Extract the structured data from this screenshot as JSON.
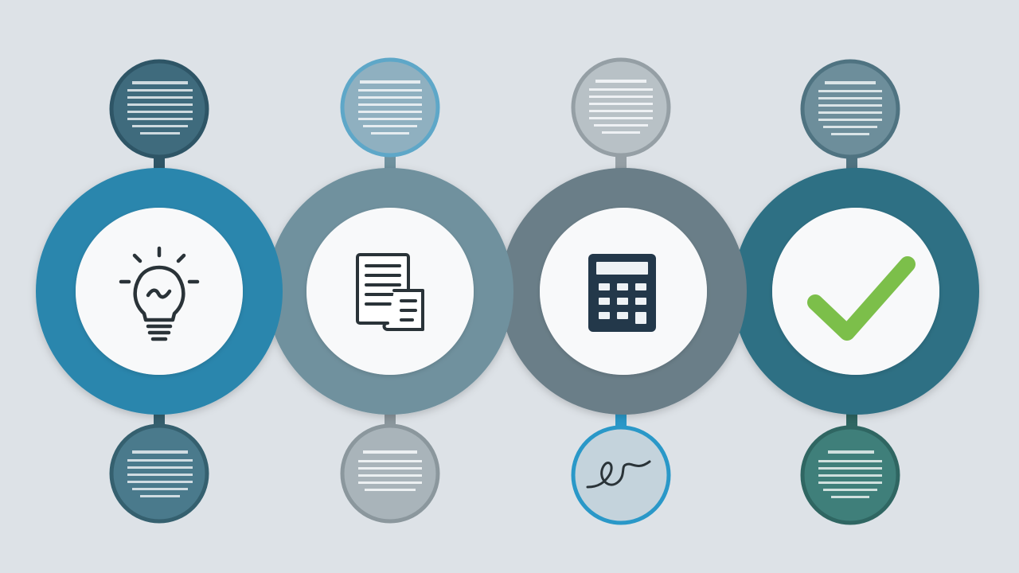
{
  "colors": {
    "background": "#dde2e7",
    "step1": "#2a86ad",
    "step2": "#6f919e",
    "step3": "#6b7e88",
    "step4": "#2d6f84",
    "center": "#f8f9fa",
    "iconDark": "#2a3338",
    "calculator": "#23384a",
    "check": "#7cbf4a",
    "signatureRing": "#2a98c8"
  },
  "steps": [
    {
      "icon": "lightbulb-icon",
      "ring": "#2a86ad",
      "top_bubble": {
        "fill": "#3f6b7d",
        "stroke": "#2e5566",
        "text": "#e8eef1",
        "lines": 6
      },
      "bottom_bubble": {
        "fill": "#4a7a8c",
        "stroke": "#35606f",
        "text": "#e8eef1",
        "lines": 6
      }
    },
    {
      "icon": "documents-icon",
      "ring": "#6f919e",
      "top_bubble": {
        "fill": "#8fb0c0",
        "stroke": "#5ea7c8",
        "text": "#f4f7f9",
        "lines": 6
      },
      "bottom_bubble": {
        "fill": "#a9b4ba",
        "stroke": "#8b979d",
        "text": "#f4f7f9",
        "lines": 5
      }
    },
    {
      "icon": "calculator-icon",
      "ring": "#6b7e88",
      "top_bubble": {
        "fill": "#b8c1c6",
        "stroke": "#959fa5",
        "text": "#f4f7f9",
        "lines": 6
      },
      "bottom_bubble": {
        "fill": "#c4d3dc",
        "stroke": "#2a98c8",
        "text": "#2a3338",
        "lines": 0,
        "signature": true
      }
    },
    {
      "icon": "checkmark-icon",
      "ring": "#2d6f84",
      "top_bubble": {
        "fill": "#6d8e9b",
        "stroke": "#4f7381",
        "text": "#eef3f5",
        "lines": 6
      },
      "bottom_bubble": {
        "fill": "#3f7f7a",
        "stroke": "#2f6662",
        "text": "#e9f2f0",
        "lines": 6
      }
    }
  ]
}
